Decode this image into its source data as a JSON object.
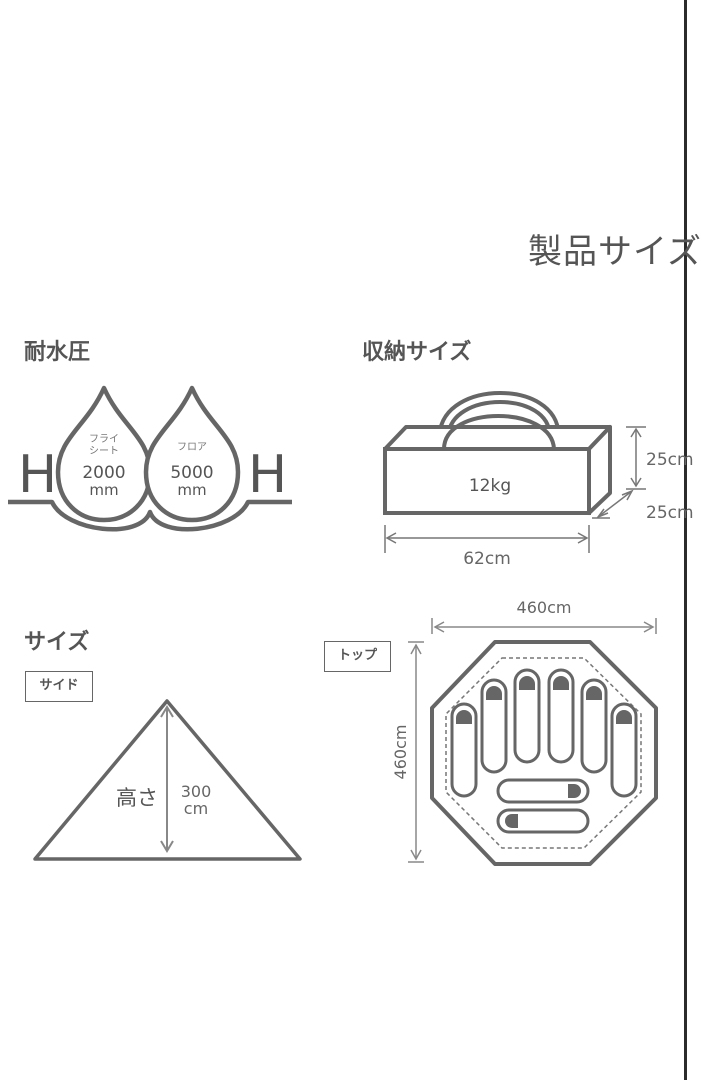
{
  "page_title": "製品サイズ",
  "water_pressure": {
    "title": "耐水圧",
    "letter_left": "H",
    "letter_right": "H",
    "fly": {
      "label": "フライ\nシート",
      "value": "2000",
      "unit": "mm"
    },
    "floor": {
      "label": "フロア",
      "value": "5000",
      "unit": "mm"
    }
  },
  "storage": {
    "title": "収納サイズ",
    "weight": "12kg",
    "width": "62cm",
    "height": "25cm",
    "depth": "25cm"
  },
  "size": {
    "title": "サイズ",
    "side_tag": "サイド",
    "top_tag": "トップ",
    "height_label": "高さ",
    "height_value": "300",
    "height_unit": "cm",
    "top_width": "460cm",
    "top_depth": "460cm"
  },
  "colors": {
    "line": "#666666",
    "text": "#555555"
  }
}
